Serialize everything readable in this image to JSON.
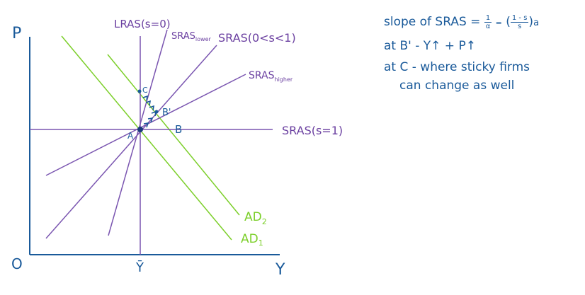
{
  "diagram": {
    "axes": {
      "y_label": "P",
      "x_label": "Y",
      "origin_label": "O",
      "x_marker_label": "Ȳ"
    },
    "curves": {
      "lras": "LRAS(s=0)",
      "sras_lower": "SRAS",
      "sras_lower_sub": "lower",
      "sras_mid": "SRAS(0<s<1)",
      "sras_higher": "SRAS",
      "sras_higher_sub": "higher",
      "sras_flat": "SRAS(s=1)",
      "ad1": "AD",
      "ad1_sub": "1",
      "ad2": "AD",
      "ad2_sub": "2"
    },
    "points": {
      "a": "A",
      "b": "B",
      "b_prime": "B'",
      "c": "C"
    },
    "colors": {
      "axes": "#1a5a9a",
      "sras": "#6a3fa0",
      "ad": "#7ccf2a",
      "annotations": "#1a5a9a"
    }
  },
  "notes": {
    "line1_prefix": "slope of SRAS =",
    "line1_frac1_num": "1",
    "line1_frac1_den": "α",
    "line1_eq": "=",
    "line1_frac2_num": "1 - s",
    "line1_frac2_den": "s",
    "line1_suffix": "a",
    "line2": "at B' - Y↑ + P↑",
    "line3": "at C - where sticky firms",
    "line4": "can change as well"
  }
}
